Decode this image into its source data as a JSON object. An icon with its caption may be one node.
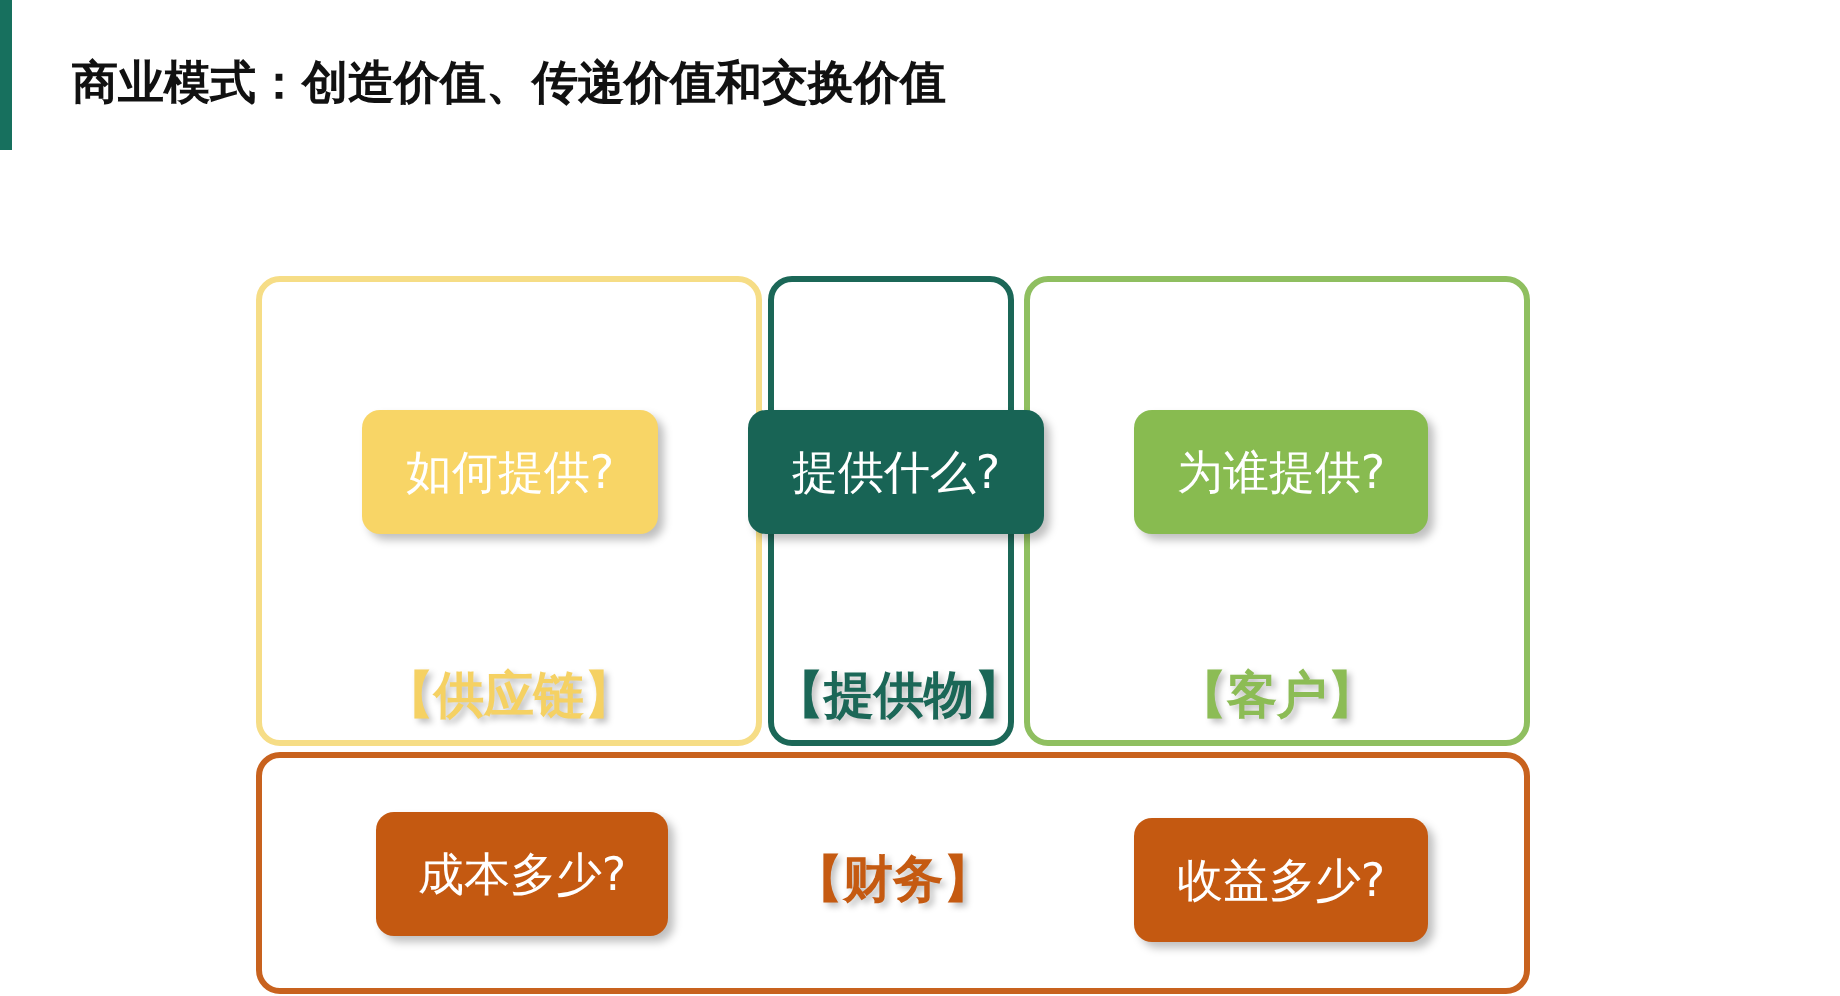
{
  "diagram": {
    "title": "商业模式：创造价值、传递价值和交换价值",
    "nodes": [
      {
        "text": [
          "【供应链】"
        ]
      },
      {
        "text": [
          "如何提供?"
        ],
        "in": 0
      },
      {
        "text": [
          "【提供物】"
        ]
      },
      {
        "text": [
          "提供什么?"
        ]
      },
      {
        "text": [
          "【客户】"
        ]
      },
      {
        "text": [
          "为谁提供?"
        ],
        "in": 4
      },
      {
        "text": [
          "【财务】"
        ]
      },
      {
        "text": [
          "成本多少?"
        ],
        "in": 6
      },
      {
        "text": [
          "收益多少?"
        ],
        "in": 6
      }
    ]
  }
}
